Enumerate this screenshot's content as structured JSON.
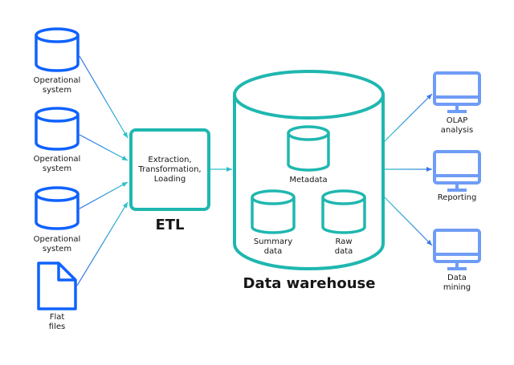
{
  "colors": {
    "source_blue": "#0f62fe",
    "teal": "#1fb7b0",
    "output_blue": "#6f9cf5",
    "text": "#161616"
  },
  "sources": [
    {
      "type": "database",
      "label_line1": "Operational",
      "label_line2": "system"
    },
    {
      "type": "database",
      "label_line1": "Operational",
      "label_line2": "system"
    },
    {
      "type": "database",
      "label_line1": "Operational",
      "label_line2": "system"
    },
    {
      "type": "file",
      "label_line1": "Flat",
      "label_line2": "files"
    }
  ],
  "etl": {
    "box_line1": "Extraction,",
    "box_line2": "Transformation,",
    "box_line3": "Loading",
    "title": "ETL"
  },
  "warehouse": {
    "title": "Data warehouse",
    "stores": [
      {
        "label_line1": "Metadata",
        "label_line2": ""
      },
      {
        "label_line1": "Summary",
        "label_line2": "data"
      },
      {
        "label_line1": "Raw",
        "label_line2": "data"
      }
    ]
  },
  "outputs": [
    {
      "icon": "monitor-icon",
      "label_line1": "OLAP",
      "label_line2": "analysis"
    },
    {
      "icon": "monitor-icon",
      "label_line1": "Reporting",
      "label_line2": ""
    },
    {
      "icon": "monitor-icon",
      "label_line1": "Data",
      "label_line2": "mining"
    }
  ]
}
